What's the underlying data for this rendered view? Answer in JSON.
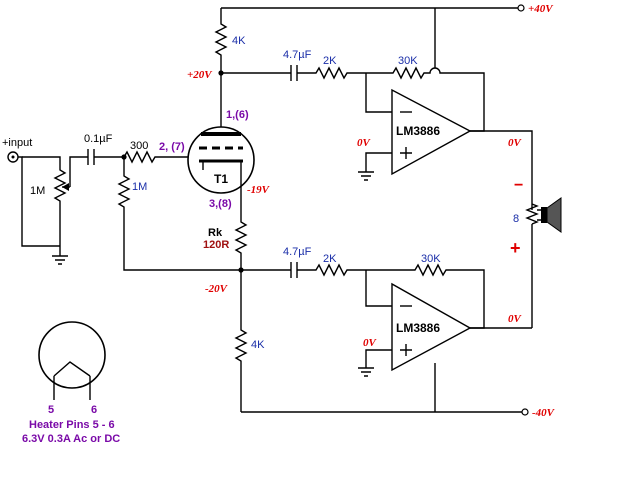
{
  "labels": {
    "input": "+input",
    "r_in_pot": "1M",
    "c_in": "0.1µF",
    "r_grid": "300",
    "r_grid_leak": "1M",
    "pins_grid": "2, (7)",
    "pins_plate": "1,(6)",
    "pins_cathode": "3,(8)",
    "tube": "T1",
    "r_plate": "4K",
    "v_plate": "+20V",
    "v_cathode": "-19V",
    "rk_name": "Rk",
    "rk_value": "120R",
    "v_mid": "-20V",
    "r_bottom": "4K",
    "top_c": "4.7µF",
    "top_r1": "2K",
    "top_rf": "30K",
    "top_ic": "LM3886",
    "top_gnd": "0V",
    "top_out": "0V",
    "bot_c": "4.7µF",
    "bot_r1": "2K",
    "bot_rf": "30K",
    "bot_ic": "LM3886",
    "bot_gnd": "0V",
    "bot_out": "0V",
    "rail_pos": "+40V",
    "rail_neg": "-40V",
    "spk_minus": "−",
    "spk_plus": "+",
    "spk_ohms": "8",
    "heater_pin_a": "5",
    "heater_pin_b": "6",
    "heater_line1": "Heater Pins 5 - 6",
    "heater_line2": "6.3V 0.3A  Ac or DC"
  }
}
